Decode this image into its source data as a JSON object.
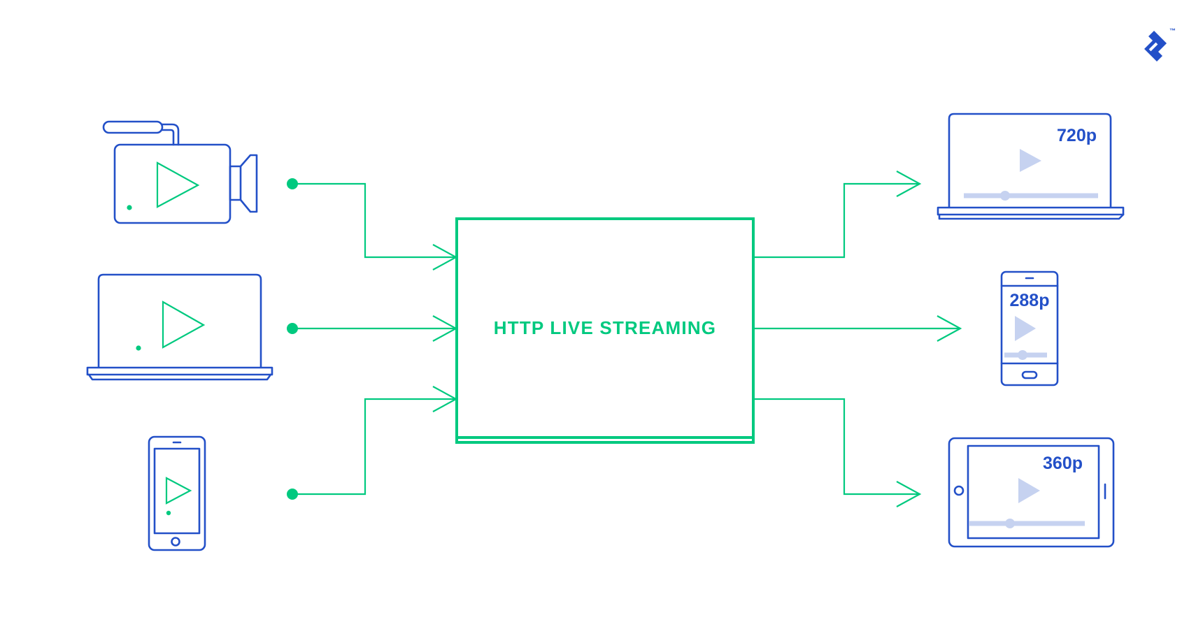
{
  "diagram": {
    "title": "HTTP LIVE STREAMING",
    "colors": {
      "device_stroke": "#2350c8",
      "flow_green": "#00c97f",
      "player_pale": "#c6d2f0",
      "background": "#ffffff"
    },
    "logo": {
      "name": "toptal-logo",
      "trademark": "™"
    },
    "sources": [
      {
        "id": "source-camera",
        "device": "video-camera"
      },
      {
        "id": "source-laptop",
        "device": "laptop"
      },
      {
        "id": "source-phone",
        "device": "smartphone"
      }
    ],
    "server": {
      "label": "HTTP LIVE STREAMING"
    },
    "outputs": [
      {
        "id": "output-laptop",
        "device": "laptop",
        "resolution": "720p"
      },
      {
        "id": "output-phone",
        "device": "smartphone",
        "resolution": "288p"
      },
      {
        "id": "output-tablet",
        "device": "tablet",
        "resolution": "360p"
      }
    ]
  }
}
